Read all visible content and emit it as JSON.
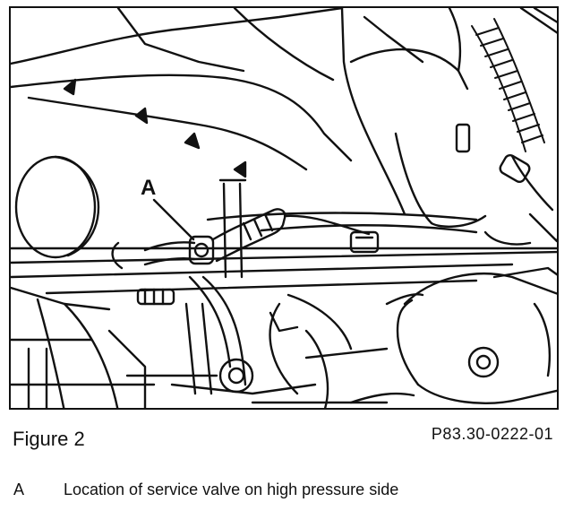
{
  "figure": {
    "callout_letter": "A",
    "caption": "Figure 2",
    "part_number": "P83.30-0222-01"
  },
  "legend": [
    {
      "key": "A",
      "text": "Location of service valve on high pressure side"
    }
  ]
}
